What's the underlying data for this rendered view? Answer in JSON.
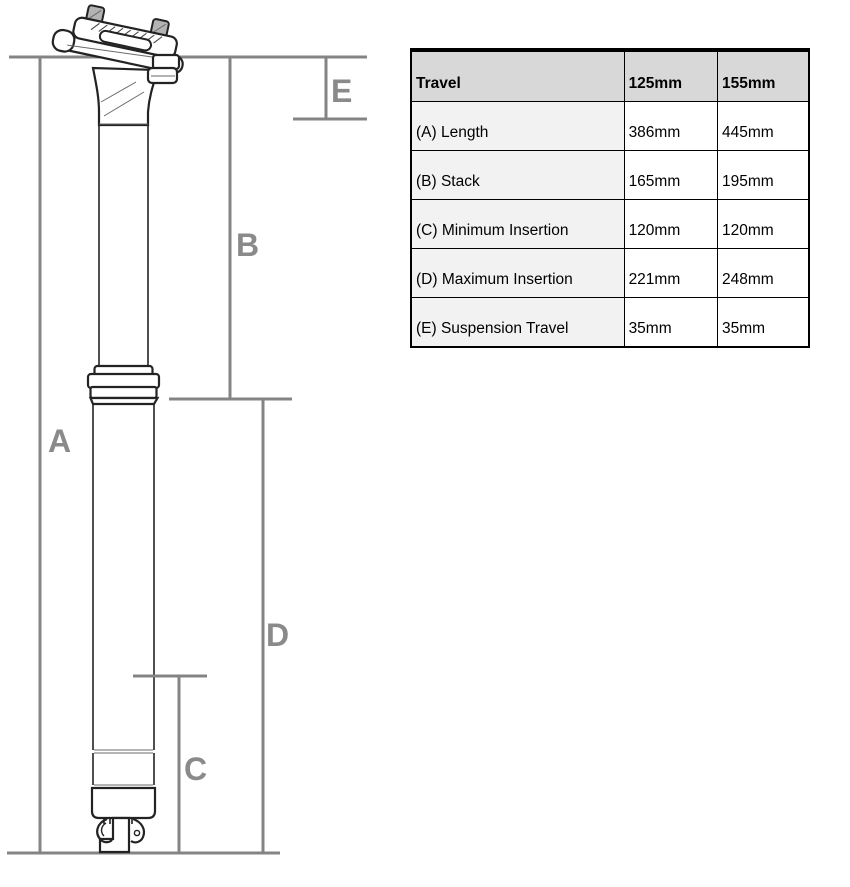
{
  "diagram": {
    "labels": {
      "a": "A",
      "b": "B",
      "c": "C",
      "d": "D",
      "e": "E"
    },
    "colors": {
      "dimension_line": "#848484",
      "dimension_label": "#8a8a8a",
      "drawing_outline": "#232323",
      "bolt_fill": "#b3b3b3"
    }
  },
  "table": {
    "header": {
      "travel": "Travel",
      "col_125": "125mm",
      "col_155": "155mm"
    },
    "rows": [
      {
        "label": "(A) Length",
        "v125": "386mm",
        "v155": "445mm"
      },
      {
        "label": "(B) Stack",
        "v125": "165mm",
        "v155": "195mm"
      },
      {
        "label": "(C) Minimum Insertion",
        "v125": "120mm",
        "v155": "120mm"
      },
      {
        "label": "(D) Maximum Insertion",
        "v125": "221mm",
        "v155": "248mm"
      },
      {
        "label": "(E) Suspension Travel",
        "v125": "35mm",
        "v155": "35mm"
      }
    ],
    "colors": {
      "header_bg": "#d8d8d8",
      "label_column_bg": "#f2f2f2",
      "value_bg": "#ffffff",
      "border": "#000000"
    }
  }
}
